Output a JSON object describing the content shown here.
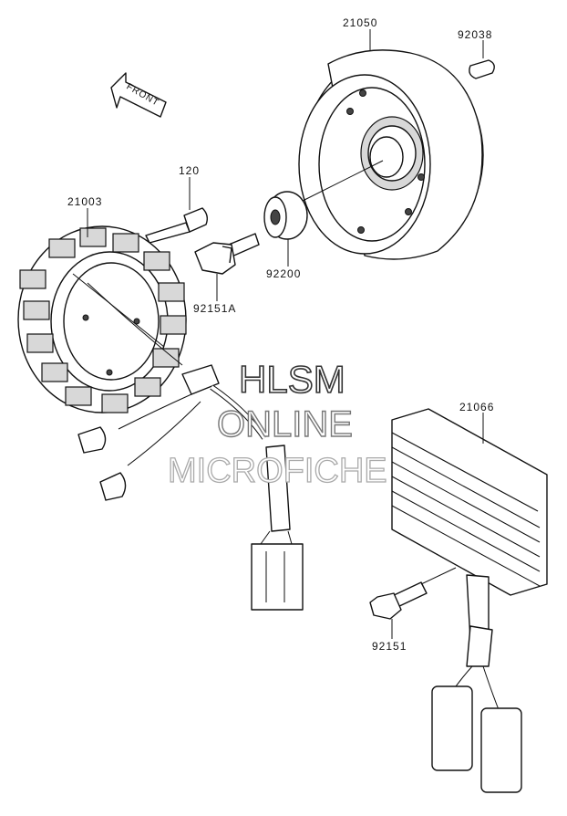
{
  "diagram": {
    "front_label": "FRONT",
    "parts": [
      {
        "number": "21050",
        "part": "rotor"
      },
      {
        "number": "92038",
        "part": "key"
      },
      {
        "number": "120",
        "part": "bolt"
      },
      {
        "number": "21003",
        "part": "stator"
      },
      {
        "number": "92200",
        "part": "washer"
      },
      {
        "number": "92151A",
        "part": "bolt"
      },
      {
        "number": "21066",
        "part": "regulator"
      },
      {
        "number": "92151",
        "part": "bolt"
      }
    ]
  },
  "watermark": {
    "line1": "HLSM",
    "line2": "ONLINE",
    "line3": "MICROFICHE"
  }
}
